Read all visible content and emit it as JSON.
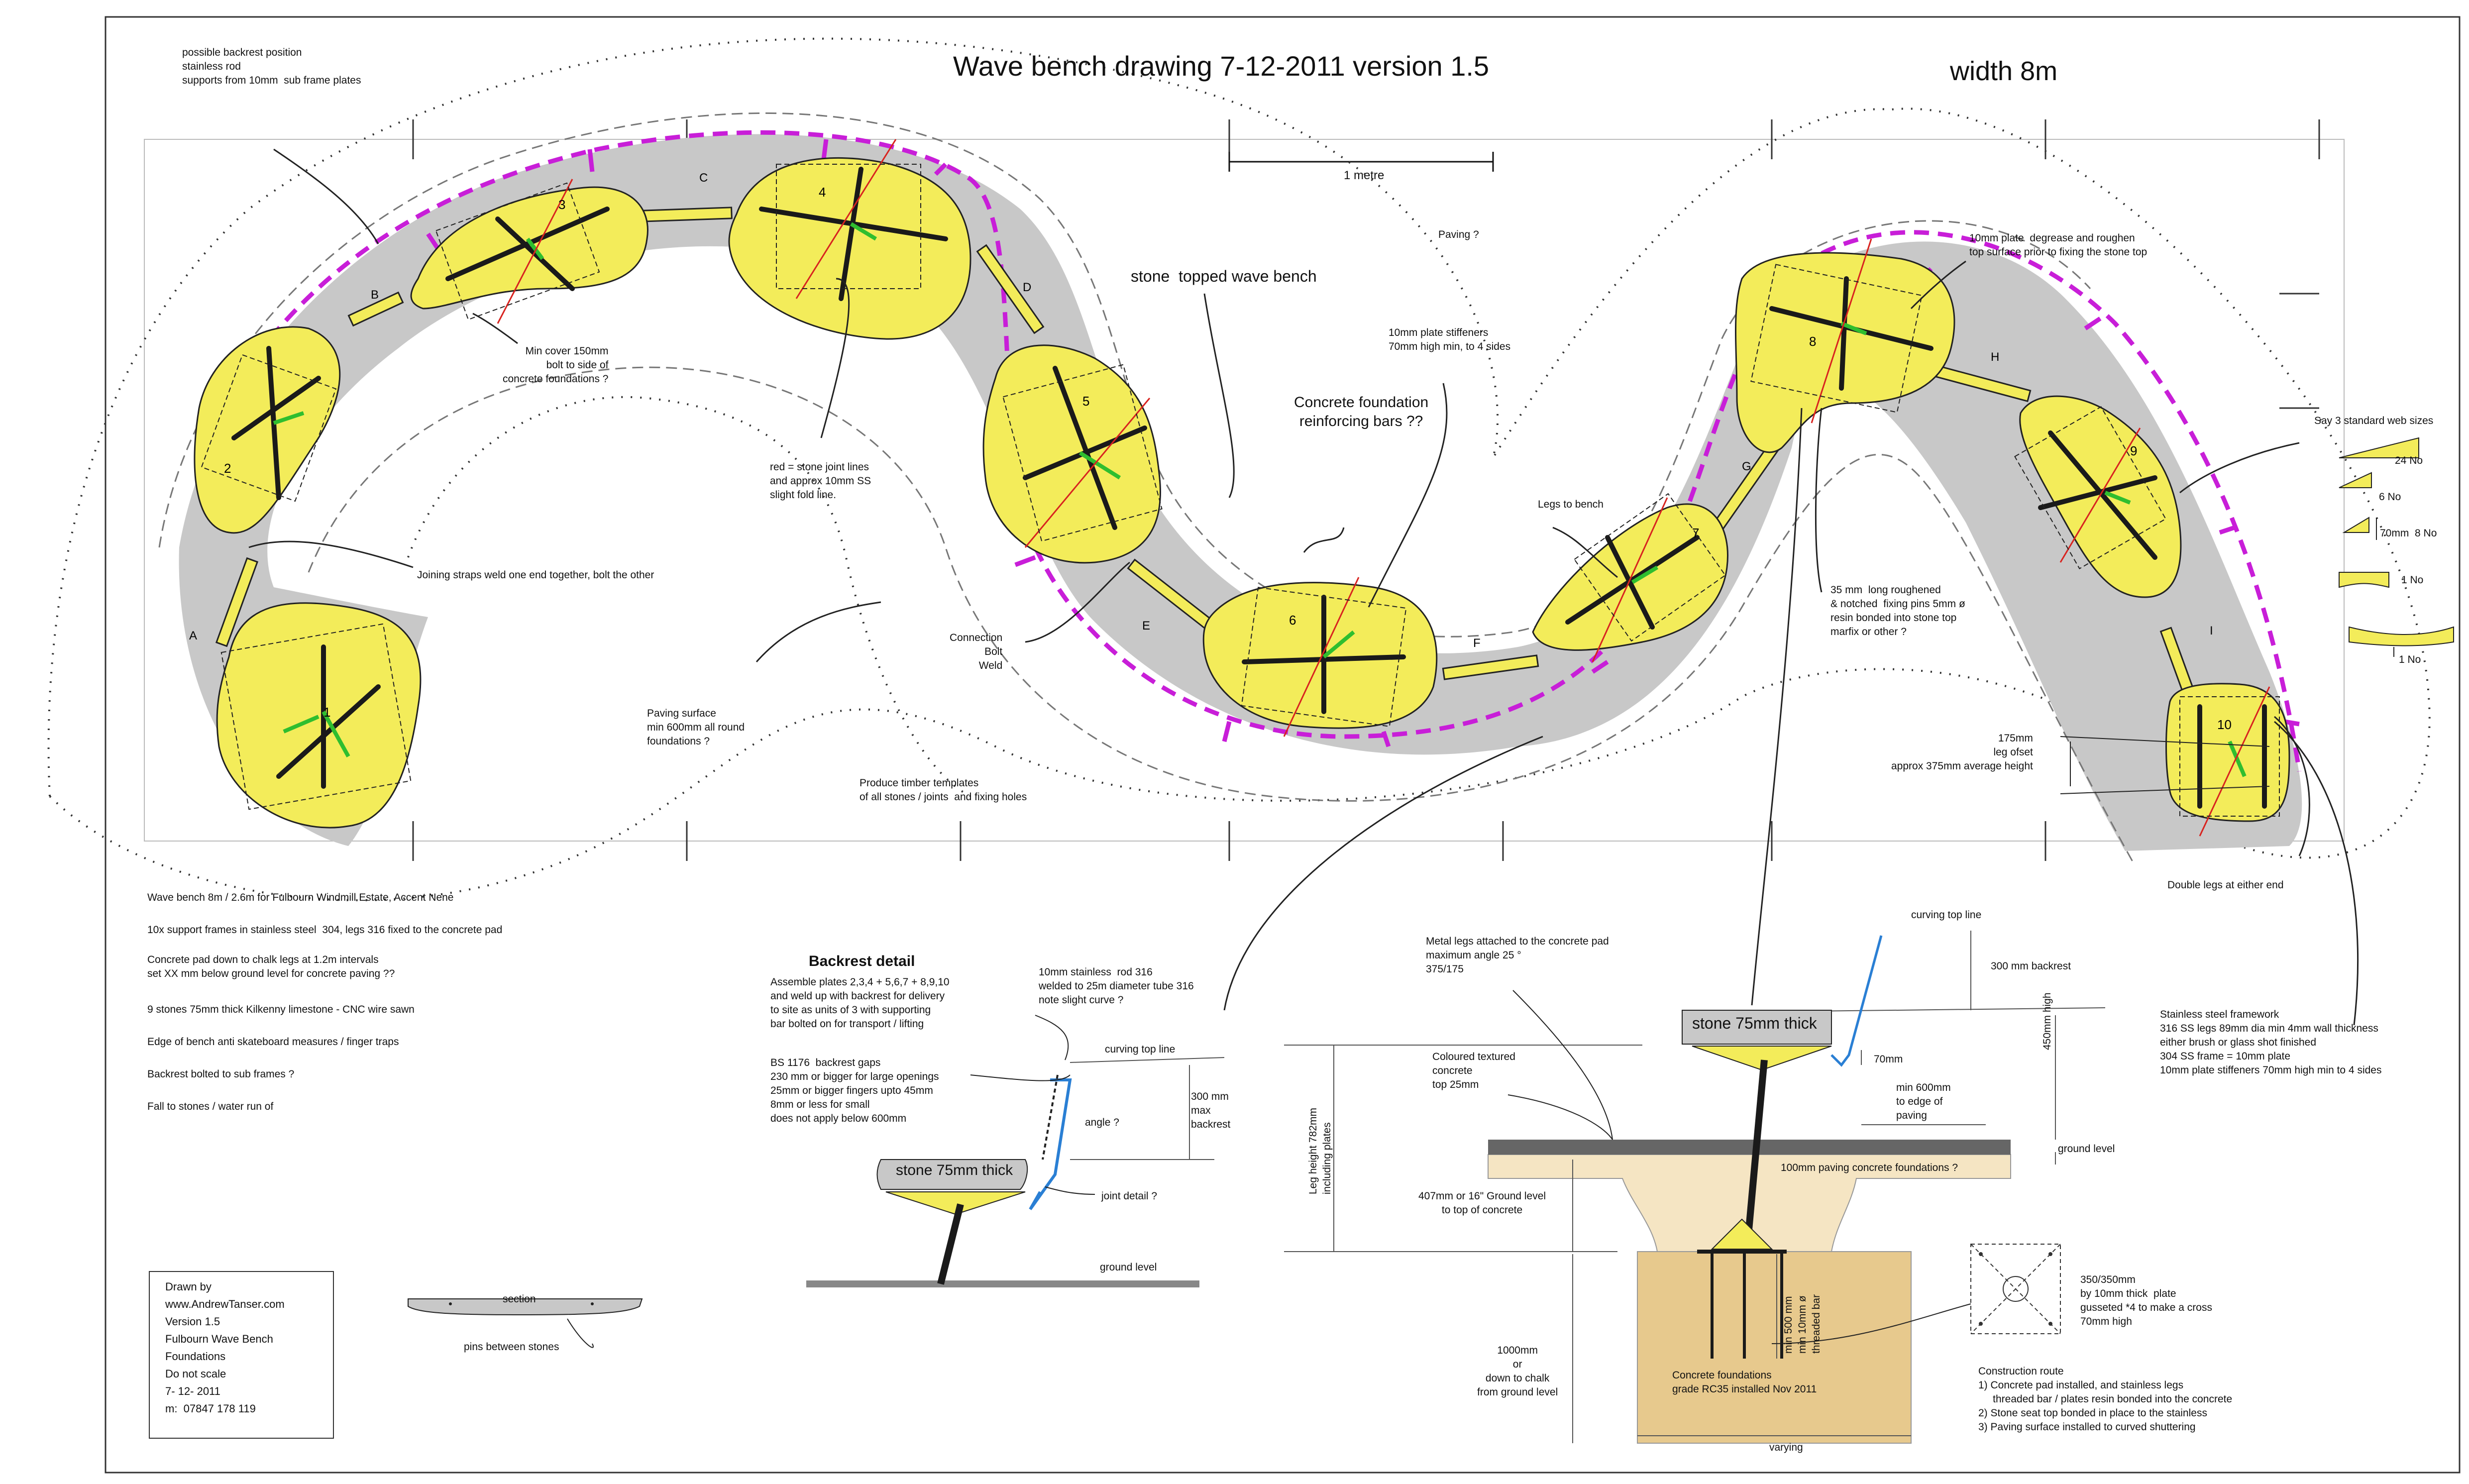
{
  "title": "Wave bench drawing 7-12-2011 version 1.5",
  "width_label": "width 8m",
  "scale_label": "1 metre",
  "stone_numbers": [
    "1",
    "2",
    "3",
    "4",
    "5",
    "6",
    "7",
    "8",
    "9",
    "10"
  ],
  "strap_letters": [
    "A",
    "B",
    "C",
    "D",
    "E",
    "F",
    "G",
    "H",
    "I"
  ],
  "callouts": {
    "backrest_position": [
      "possible backrest position",
      "stainless rod",
      "supports from 10mm  sub frame plates"
    ],
    "min_cover": [
      "Min cover 150mm",
      "bolt to side of",
      "concrete foundations ?"
    ],
    "joining_straps": "Joining straps weld one end together, bolt the other",
    "red_lines": [
      "red = stone joint lines",
      "and approx 10mm SS",
      "slight fold line."
    ],
    "stone_topped": "stone  topped wave bench",
    "plate_stiffeners": [
      "10mm plate stiffeners",
      "70mm high min, to 4 sides"
    ],
    "concrete_bars": [
      "Concrete foundation",
      "reinforcing bars ??"
    ],
    "paving_q": "Paving ?",
    "legs_to_bench": "Legs to bench",
    "degrease": [
      "10mm plate  degrease and roughen",
      "top surface prior to fixing the stone top"
    ],
    "web_sizes": "Say 3 standard web sizes",
    "web_counts": [
      "24 No",
      "6 No",
      "70mm  8 No",
      "1 No",
      "1 No"
    ],
    "connection": [
      "Connection",
      "Bolt",
      "Weld"
    ],
    "paving_surface": [
      "Paving surface",
      "min 600mm all round",
      "foundations ?"
    ],
    "templates": [
      "Produce timber templates",
      "of all stones / joints  and fixing holes"
    ],
    "pins": [
      "35 mm  long roughened",
      "& notched  fixing pins 5mm ø",
      "resin bonded into stone top",
      "marfix or other ?"
    ],
    "leg_offset": [
      "175mm",
      "leg ofset",
      "approx 375mm average height"
    ],
    "double_legs": "Double legs at either end"
  },
  "notes": [
    "Wave bench 8m / 2.6m for Fulbourn Windmill Estate, Accent Nene",
    "10x support frames in stainless steel  304, legs 316 fixed to the concrete pad",
    "Concrete pad down to chalk legs at 1.2m intervals\nset XX mm below ground level for concrete paving ??",
    "9 stones 75mm thick Kilkenny limestone - CNC wire sawn",
    "Edge of bench anti skateboard measures / finger traps",
    "Backrest bolted to sub frames ?",
    "Fall to stones / water run of"
  ],
  "titleblock": [
    "Drawn by",
    "www.AndrewTanser.com",
    "Version 1.5",
    "Fulbourn Wave Bench",
    "Foundations",
    "Do not scale",
    "7- 12- 2011",
    "m:  07847 178 119"
  ],
  "section": {
    "label": "section",
    "caption": "pins between stones"
  },
  "backrest": {
    "heading": "Backrest detail",
    "assemble": "Assemble plates 2,3,4 + 5,6,7 + 8,9,10\nand weld up with backrest for delivery\nto site as units of 3 with supporting\nbar bolted on for transport / lifting",
    "bs": "BS 1176  backrest gaps\n230 mm or bigger for large openings\n25mm or bigger fingers upto 45mm\n8mm or less for small\ndoes not apply below 600mm",
    "rod": "10mm stainless  rod 316\nwelded to 25m diameter tube 316\nnote slight curve ?",
    "curving": "curving top line",
    "max": "300 mm\nmax\nbackrest",
    "angle": "angle ?",
    "stone": "stone 75mm thick",
    "joint": "joint detail ?",
    "ground": "ground level"
  },
  "section_detail": {
    "metal_legs": "Metal legs attached to the concrete pad\nmaximum angle 25 °\n375/175",
    "curving": "curving top line",
    "backrest300": "300 mm backrest",
    "stone": "stone 75mm thick",
    "mm70": "70mm",
    "h450": "450mm high",
    "coloured": "Coloured textured\nconcrete\ntop 25mm",
    "min600": "min 600mm\nto edge of\npaving",
    "paving100": "100mm paving concrete foundations ?",
    "ground": "ground level",
    "leg_height": "Leg height 782mm\nincluding plates",
    "ground407": "407mm or 16\" Ground level\nto top of concrete",
    "rod500": "min 500 mm\nmin 10mm ø\nthreaded bar",
    "depth": "1000mm\nor\ndown to chalk\nfrom ground level",
    "foundations": "Concrete foundations\ngrade RC35 installed Nov 2011",
    "varying": "varying",
    "plate": "350/350mm\nby 10mm thick  plate\ngusseted *4 to make a cross\n70mm high",
    "stainless": "Stainless steel framework\n316 SS legs 89mm dia min 4mm wall thickness\neither brush or glass shot finished\n304 SS frame = 10mm plate\n10mm plate stiffeners 70mm high min to 4 sides",
    "route": "Construction route\n1) Concrete pad installed, and stainless legs\n     threaded bar / plates resin bonded into the concrete\n2) Stone seat top bonded in place to the stainless\n3) Paving surface installed to curved shuttering"
  },
  "colors": {
    "stone": "#f3ec5a",
    "band": "#c8c8c8",
    "backrest": "#c81ed8",
    "joint": "#d8231f",
    "leg": "#1a1a1a",
    "green": "#2fbe2f",
    "sand": "#f5e5c3",
    "blue": "#2a7fd4"
  }
}
